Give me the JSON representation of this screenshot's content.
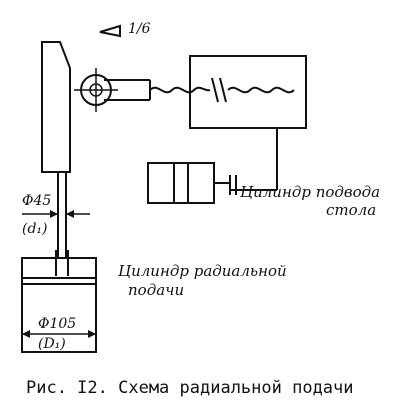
{
  "taper": {
    "ratio_label": "1/6"
  },
  "rod": {
    "diameter_label": "Φ45",
    "diameter_symbol": "(d₁)"
  },
  "radial_cylinder": {
    "label_line1": "Цилиндр радиальной",
    "label_line2": "подачи",
    "diameter_label": "Φ105",
    "diameter_symbol": "(D₁)"
  },
  "table_cylinder": {
    "label_line1": "Цилиндр  подвода",
    "label_line2": "стола"
  },
  "caption": "Рис. I2. Схема радиальной подачи"
}
